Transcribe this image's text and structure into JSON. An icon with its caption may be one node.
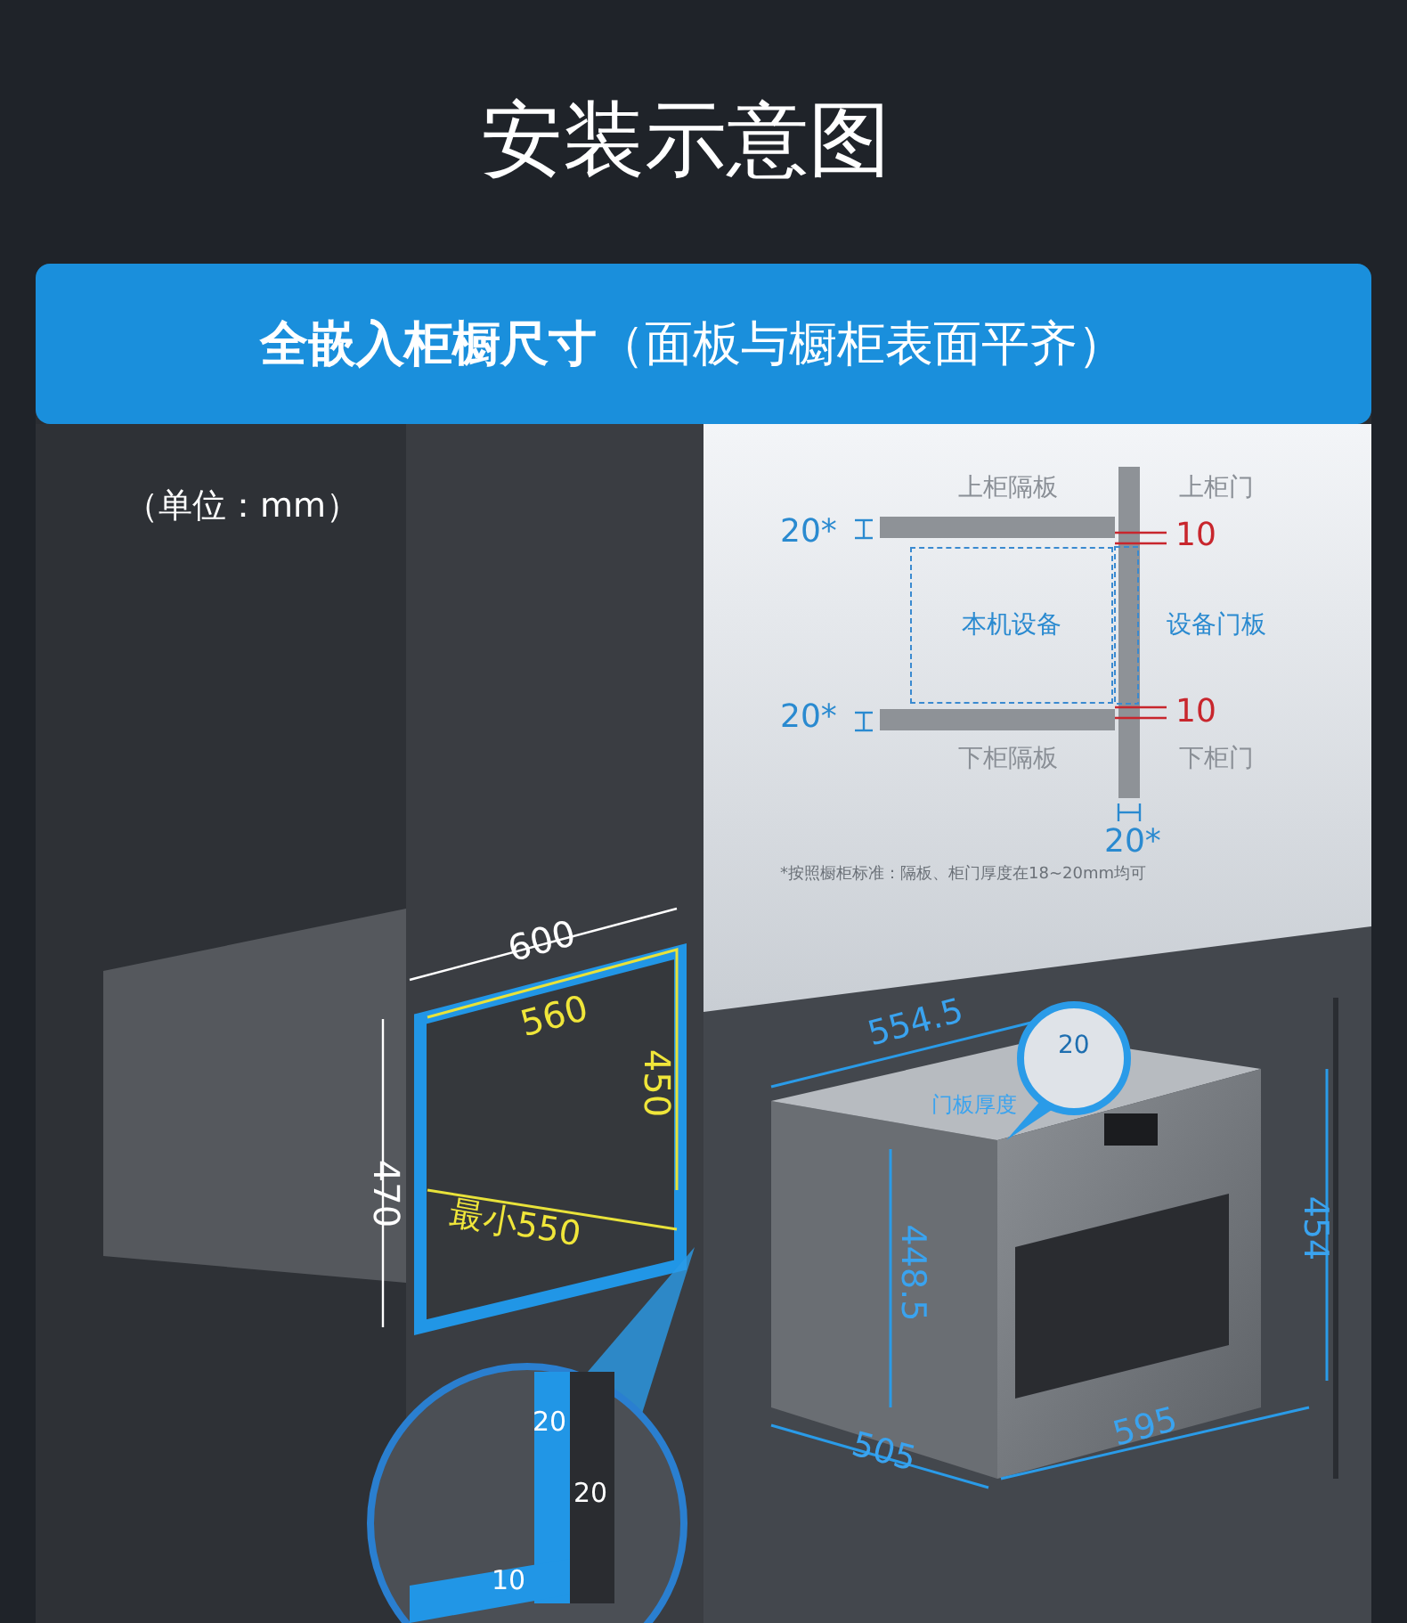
{
  "diagram": {
    "title": "安装示意图",
    "nodes": [
      {
        "text": [
          "本机设备"
        ]
      }
    ],
    "edges": [],
    "labels": [
      "**全嵌入柜橱尺寸**（面板与橱柜表面平齐）",
      "（单位：mm）",
      "上柜隔板",
      "上柜门",
      "20*",
      "10",
      "设备门板",
      "20*",
      "10",
      "下柜隔板",
      "下柜门",
      "20*",
      "*按照橱柜标准：隔板、柜门厚度在18~20mm均可",
      "600",
      "560",
      "450",
      "470",
      "最小550",
      "554.5",
      "20",
      "门板厚度",
      "448.5",
      "454",
      "505",
      "595",
      "20",
      "20",
      "10"
    ]
  }
}
